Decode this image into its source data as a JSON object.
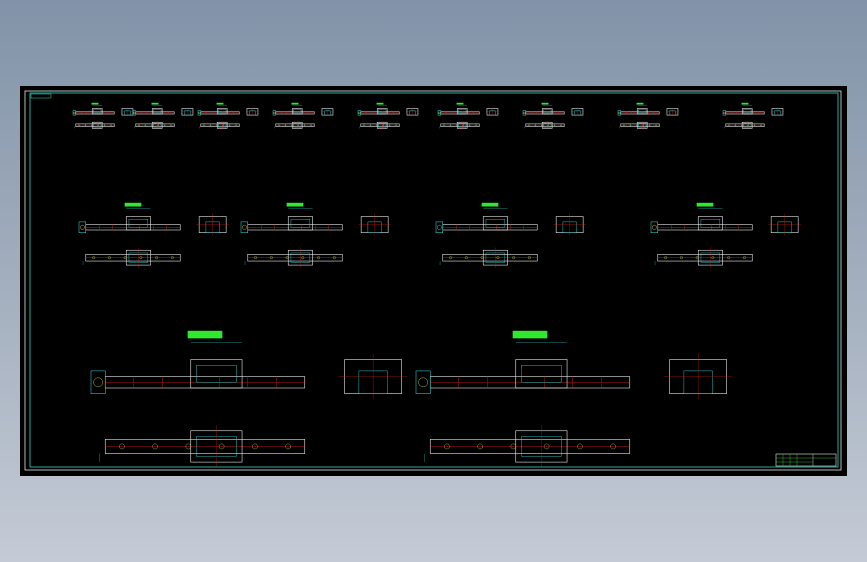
{
  "viewport": {
    "background": "#000000",
    "frame_color": "#2fd8c0"
  },
  "colors": {
    "white": "#e8e8e8",
    "cyan": "#35e6e6",
    "red": "#e02020",
    "green": "#2fe82f",
    "yellow": "#e8e040"
  },
  "title_block": {
    "present": true
  },
  "drawing_groups": [
    {
      "id": "row1",
      "count": 9,
      "scale": "small"
    },
    {
      "id": "row2",
      "count": 4,
      "scale": "medium"
    },
    {
      "id": "row3",
      "count": 2,
      "scale": "large"
    }
  ]
}
